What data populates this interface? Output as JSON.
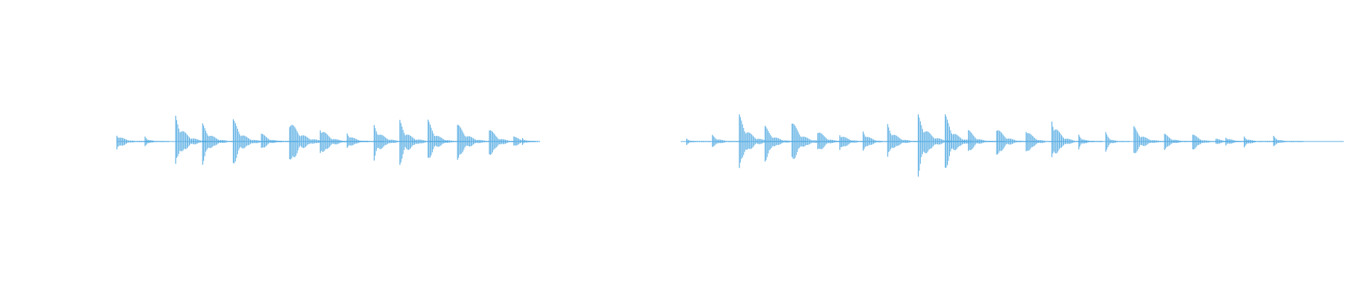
{
  "waveform": {
    "color": "#5aaee3",
    "baseline_color": "#5aaee3",
    "peaks": [
      {
        "t": 0.0,
        "amp": 0.22,
        "decay": 0.03
      },
      {
        "t": 0.023,
        "amp": 0.12,
        "decay": 0.02
      },
      {
        "t": 0.048,
        "amp": 0.55,
        "decay": 0.04
      },
      {
        "t": 0.07,
        "amp": 0.48,
        "decay": 0.035
      },
      {
        "t": 0.095,
        "amp": 0.52,
        "decay": 0.04
      },
      {
        "t": 0.118,
        "amp": 0.2,
        "decay": 0.03
      },
      {
        "t": 0.141,
        "amp": 0.58,
        "decay": 0.045
      },
      {
        "t": 0.166,
        "amp": 0.38,
        "decay": 0.04
      },
      {
        "t": 0.188,
        "amp": 0.2,
        "decay": 0.03
      },
      {
        "t": 0.21,
        "amp": 0.42,
        "decay": 0.035
      },
      {
        "t": 0.231,
        "amp": 0.5,
        "decay": 0.04
      },
      {
        "t": 0.254,
        "amp": 0.46,
        "decay": 0.035
      },
      {
        "t": 0.278,
        "amp": 0.45,
        "decay": 0.04
      },
      {
        "t": 0.304,
        "amp": 0.38,
        "decay": 0.035
      },
      {
        "t": 0.324,
        "amp": 0.18,
        "decay": 0.02
      },
      {
        "t": 0.331,
        "amp": 0.1,
        "decay": 0.015
      },
      {
        "t": 0.465,
        "amp": 0.08,
        "decay": 0.02
      },
      {
        "t": 0.486,
        "amp": 0.14,
        "decay": 0.03
      },
      {
        "t": 0.508,
        "amp": 0.6,
        "decay": 0.04
      },
      {
        "t": 0.529,
        "amp": 0.45,
        "decay": 0.035
      },
      {
        "t": 0.551,
        "amp": 0.48,
        "decay": 0.04
      },
      {
        "t": 0.572,
        "amp": 0.3,
        "decay": 0.03
      },
      {
        "t": 0.59,
        "amp": 0.25,
        "decay": 0.03
      },
      {
        "t": 0.609,
        "amp": 0.25,
        "decay": 0.03
      },
      {
        "t": 0.629,
        "amp": 0.38,
        "decay": 0.035
      },
      {
        "t": 0.654,
        "amp": 0.72,
        "decay": 0.04
      },
      {
        "t": 0.676,
        "amp": 0.62,
        "decay": 0.04
      },
      {
        "t": 0.695,
        "amp": 0.28,
        "decay": 0.03
      },
      {
        "t": 0.718,
        "amp": 0.4,
        "decay": 0.035
      },
      {
        "t": 0.742,
        "amp": 0.35,
        "decay": 0.03
      },
      {
        "t": 0.763,
        "amp": 0.52,
        "decay": 0.035
      },
      {
        "t": 0.785,
        "amp": 0.18,
        "decay": 0.02
      },
      {
        "t": 0.807,
        "amp": 0.22,
        "decay": 0.02
      },
      {
        "t": 0.83,
        "amp": 0.32,
        "decay": 0.04
      },
      {
        "t": 0.855,
        "amp": 0.2,
        "decay": 0.03
      },
      {
        "t": 0.878,
        "amp": 0.22,
        "decay": 0.03
      },
      {
        "t": 0.897,
        "amp": 0.1,
        "decay": 0.02
      },
      {
        "t": 0.905,
        "amp": 0.12,
        "decay": 0.025
      },
      {
        "t": 0.92,
        "amp": 0.14,
        "decay": 0.025
      },
      {
        "t": 0.944,
        "amp": 0.12,
        "decay": 0.025
      }
    ],
    "gaps": [
      {
        "start": 0.34,
        "end": 0.46
      }
    ],
    "noise_floor": 0.01
  }
}
